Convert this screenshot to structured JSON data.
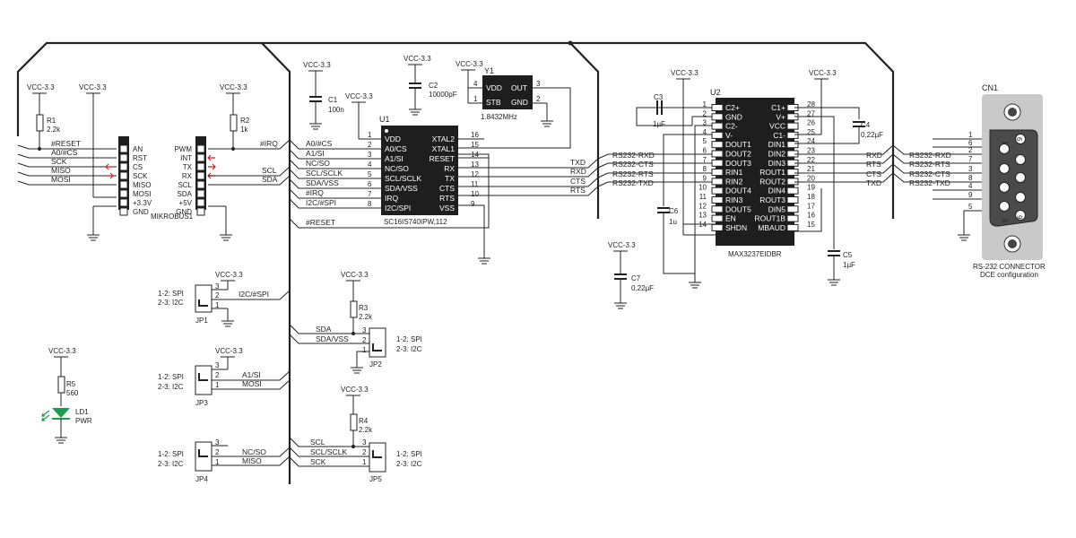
{
  "vcc": "VCC-3.3",
  "labels": {
    "reset": "#RESET",
    "a0cs": "A0/#CS",
    "sck": "SCK",
    "miso": "MISO",
    "mosi": "MOSI",
    "irq": "#IRQ",
    "scl": "SCL",
    "sda": "SDA",
    "a1si": "A1/SI",
    "ncso": "NC/SO",
    "sclsclk": "SCL/SCLK",
    "sdavss": "SDA/VSS",
    "i2cspi": "I2C/#SPI",
    "txd": "TXD",
    "rxd": "RXD",
    "cts": "CTS",
    "rts": "RTS",
    "rs232_rxd": "RS232-RXD",
    "rs232_cts": "RS232-CTS",
    "rs232_rts": "RS232-RTS",
    "rs232_txd": "RS232-TXD"
  },
  "mikrobus": {
    "name": "MIKROBUS1",
    "left_pins": [
      "AN",
      "RST",
      "CS",
      "SCK",
      "MISO",
      "MOSI",
      "+3.3V",
      "GND"
    ],
    "right_pins": [
      "PWM",
      "INT",
      "TX",
      "RX",
      "SCL",
      "SDA",
      "+5V",
      "GND"
    ]
  },
  "r1": {
    "ref": "R1",
    "val": "2.2k"
  },
  "r2": {
    "ref": "R2",
    "val": "1k"
  },
  "r3": {
    "ref": "R3",
    "val": "2.2k"
  },
  "r4": {
    "ref": "R4",
    "val": "2.2k"
  },
  "r5": {
    "ref": "R5",
    "val": "560"
  },
  "c1": {
    "ref": "C1",
    "val": "100n"
  },
  "c2": {
    "ref": "C2",
    "val": "10000pF"
  },
  "c3": {
    "ref": "C3",
    "val": "1µF"
  },
  "c4": {
    "ref": "C4",
    "val": "0.22µF"
  },
  "c5": {
    "ref": "C5",
    "val": "1µF"
  },
  "c6": {
    "ref": "C6",
    "val": "1u"
  },
  "c7": {
    "ref": "C7",
    "val": "0.22µF"
  },
  "led": {
    "ref": "LD1",
    "val": "PWR"
  },
  "y1": {
    "ref": "Y1",
    "freq": "1.8432MHz",
    "pins_left": [
      "VDD",
      "STB"
    ],
    "pins_right": [
      "OUT",
      "GND"
    ],
    "pin_nums": [
      "4",
      "1",
      "3",
      "2"
    ]
  },
  "u1": {
    "ref": "U1",
    "part": "SC16IS740IPW,112",
    "left_pins": [
      "VDD",
      "A0/CS",
      "A1/SI",
      "NC/SO",
      "SCL/SCLK",
      "SDA/VSS",
      "IRQ",
      "I2C/SPI"
    ],
    "left_nums": [
      "1",
      "2",
      "3",
      "4",
      "5",
      "6",
      "7",
      "8"
    ],
    "right_pins": [
      "XTAL2",
      "XTAL1",
      "RESET",
      "RX",
      "TX",
      "CTS",
      "RTS",
      "VSS"
    ],
    "right_nums": [
      "16",
      "15",
      "14",
      "13",
      "12",
      "11",
      "10",
      "9"
    ]
  },
  "u2": {
    "ref": "U2",
    "part": "MAX3237EIDBR",
    "left_pins": [
      "C2+",
      "GND",
      "C2-",
      "V-",
      "DOUT1",
      "DOUT2",
      "DOUT3",
      "RIN1",
      "RIN2",
      "DOUT4",
      "RIN3",
      "DOUT5",
      "EN",
      "SHDN"
    ],
    "left_nums": [
      "1",
      "2",
      "3",
      "4",
      "5",
      "6",
      "7",
      "8",
      "9",
      "10",
      "11",
      "12",
      "13",
      "14"
    ],
    "right_pins": [
      "C1+",
      "V+",
      "VCC",
      "C1-",
      "DIN1",
      "DIN2",
      "DIN3",
      "ROUT1",
      "ROUT2",
      "DIN4",
      "ROUT3",
      "DIN5",
      "ROUT1B",
      "MBAUD"
    ],
    "right_nums": [
      "28",
      "27",
      "26",
      "25",
      "24",
      "23",
      "22",
      "21",
      "20",
      "19",
      "18",
      "17",
      "16",
      "15"
    ]
  },
  "cn1": {
    "ref": "CN1",
    "caption1": "RS-232 CONNECTOR",
    "caption2": "DCE configuration",
    "pins": [
      "1",
      "6",
      "2",
      "7",
      "3",
      "8",
      "4",
      "9",
      "5"
    ],
    "signals": [
      "RXD",
      "RTS",
      "CTS",
      "TXD"
    ],
    "rs_signals": [
      "RS232-RXD",
      "RS232-RTS",
      "RS232-CTS",
      "RS232-TXD"
    ]
  },
  "jumpers": {
    "spi": "1-2: SPI",
    "i2c": "2-3: I2C",
    "jp1": "JP1",
    "jp2": "JP2",
    "jp3": "JP3",
    "jp4": "JP4",
    "jp5": "JP5"
  }
}
